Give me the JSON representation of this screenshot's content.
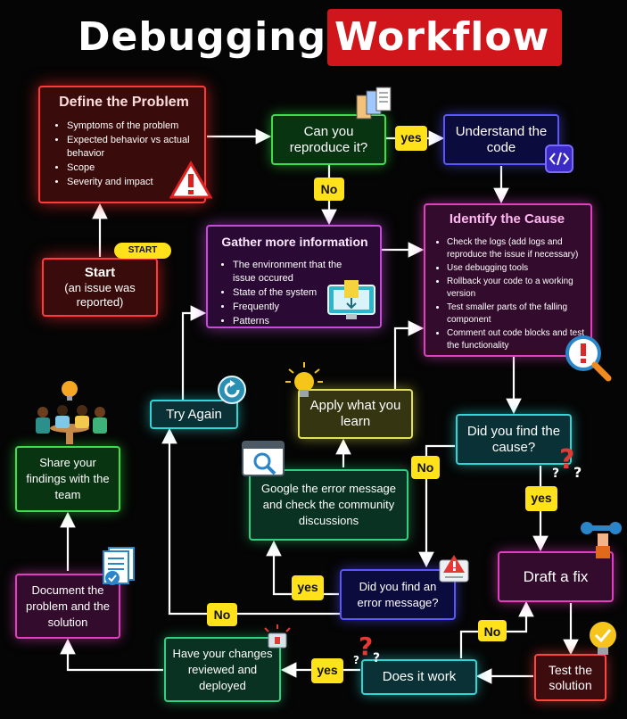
{
  "title": {
    "part1": "Debugging",
    "part2": "Workflow"
  },
  "colors": {
    "highlight": "#d0161a",
    "label_fill": "#ffe21a"
  },
  "nodes": {
    "define": {
      "title": "Define the Problem",
      "items": [
        "Symptoms of the problem",
        "Expected behavior vs actual behavior",
        "Scope",
        "Severity and impact"
      ]
    },
    "start": {
      "label": "Start",
      "sub": "(an issue was reported)",
      "badge": "START"
    },
    "reproduce": {
      "label": "Can you reproduce it?"
    },
    "understand": {
      "label": "Understand the code"
    },
    "gather": {
      "title": "Gather more information",
      "items": [
        "The environment that the issue occured",
        "State of the system",
        "Frequently",
        "Patterns"
      ]
    },
    "identify": {
      "title": "Identify the Cause",
      "items": [
        "Check the logs (add logs and reproduce the issue if necessary)",
        "Use debugging tools",
        "Rollback your code to a working version",
        "Test smaller parts of the falling component",
        "Comment out code blocks and test the functionality"
      ]
    },
    "try_again": {
      "label": "Try Again"
    },
    "apply": {
      "label": "Apply what you learn"
    },
    "share": {
      "label": "Share your findings with the team"
    },
    "found_cause": {
      "label": "Did you find the cause?"
    },
    "google": {
      "label": "Google the error message and check the community discussions"
    },
    "draft": {
      "label": "Draft a fix"
    },
    "error_msg": {
      "label": "Did you find an error message?"
    },
    "document": {
      "label": "Document the problem and the solution"
    },
    "reviewed": {
      "label": "Have your changes reviewed and deployed"
    },
    "does_work": {
      "label": "Does it work"
    },
    "test": {
      "label": "Test the solution"
    }
  },
  "edge_labels": {
    "yes": "yes",
    "no": "No"
  }
}
